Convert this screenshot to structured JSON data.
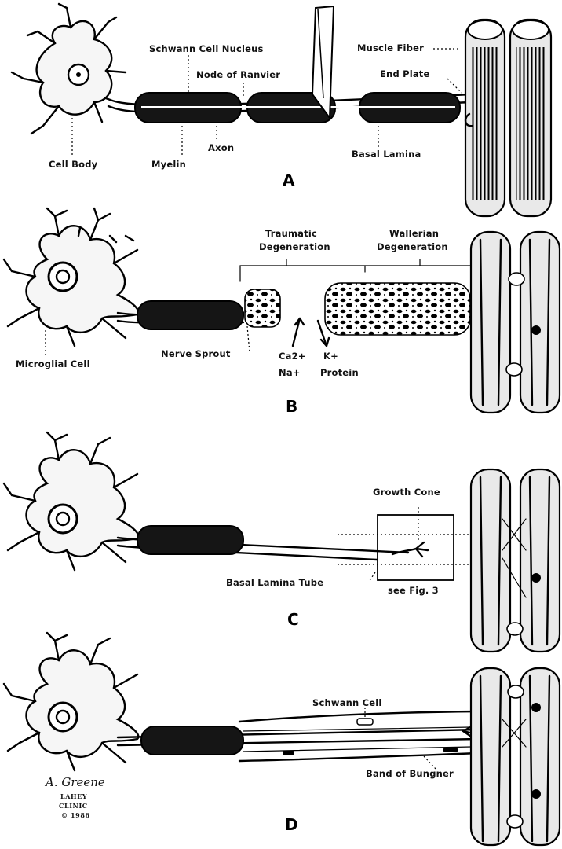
{
  "panels": {
    "a": {
      "letter": "A",
      "labels": {
        "cell_body": "Cell Body",
        "myelin": "Myelin",
        "axon": "Axon",
        "schwann_nucleus": "Schwann Cell Nucleus",
        "node_of_ranvier": "Node of Ranvier",
        "basal_lamina": "Basal Lamina",
        "muscle_fiber": "Muscle Fiber",
        "end_plate": "End Plate"
      }
    },
    "b": {
      "letter": "B",
      "labels": {
        "traumatic_1": "Traumatic",
        "traumatic_2": "Degeneration",
        "wallerian_1": "Wallerian",
        "wallerian_2": "Degeneration",
        "microglial": "Microglial Cell",
        "nerve_sprout": "Nerve Sprout",
        "ca": "Ca2+",
        "na": "Na+",
        "k": "K+",
        "protein": "Protein"
      }
    },
    "c": {
      "letter": "C",
      "labels": {
        "growth_cone": "Growth Cone",
        "basal_lamina_tube": "Basal Lamina Tube",
        "see_fig": "see Fig. 3"
      }
    },
    "d": {
      "letter": "D",
      "labels": {
        "schwann_cell": "Schwann Cell",
        "band_of_bungner": "Band of Bungner"
      }
    }
  },
  "signature": {
    "name": "A. Greene",
    "line1": "LAHEY",
    "line2": "CLINIC",
    "line3": "© 1986"
  }
}
